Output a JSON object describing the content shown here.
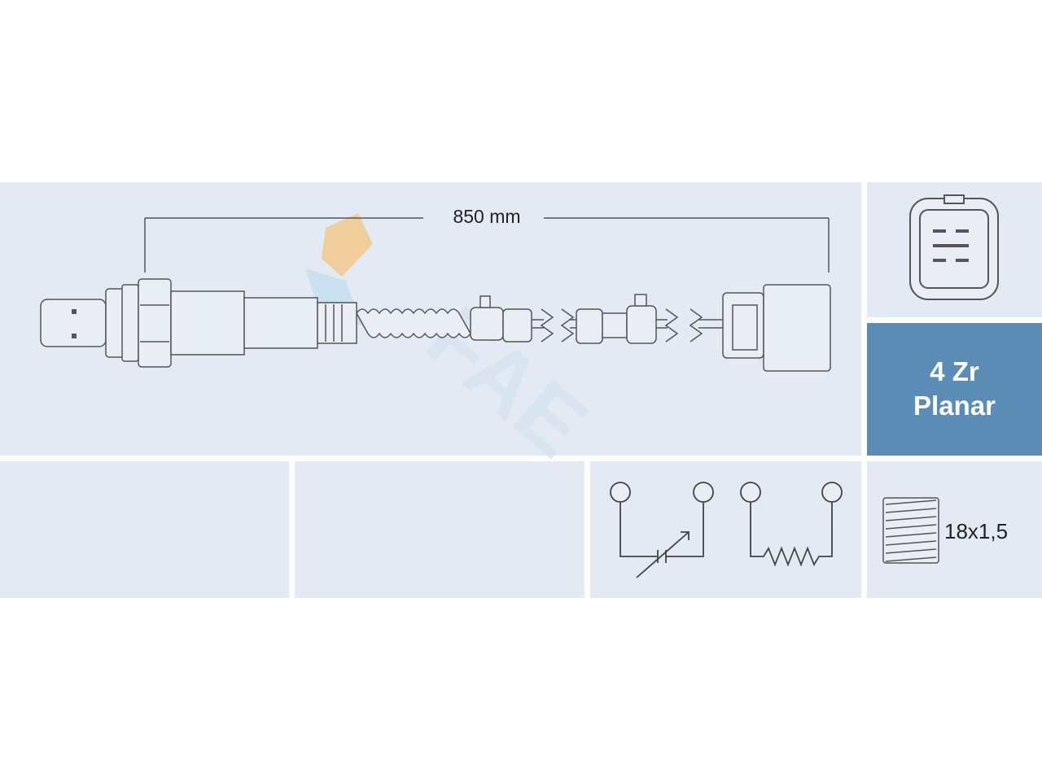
{
  "dimension": {
    "length_label": "850 mm"
  },
  "sensor_type": {
    "line1": "4 Zr",
    "line2": "Planar"
  },
  "thread": {
    "label": "18x1,5"
  },
  "colors": {
    "panel_bg": "#e4eaf3",
    "accent_panel": "#5a8cb5",
    "line": "#555555",
    "watermark_orange": "#f3c98c",
    "watermark_blue": "#c5dff0"
  },
  "icons": {
    "connector": "4-pin-connector-icon",
    "circuit_left": "variable-resistor-circuit-icon",
    "circuit_right": "heater-resistor-circuit-icon",
    "thread": "thread-icon"
  }
}
